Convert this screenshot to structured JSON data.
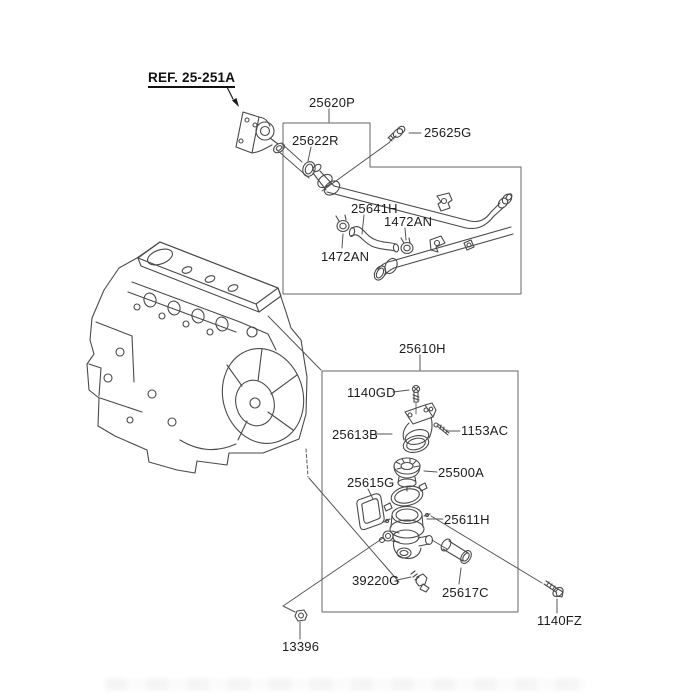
{
  "diagram_type": "exploded-parts-diagram",
  "colors": {
    "line_art": "#4a4a4a",
    "box_outline": "#666666",
    "label_text": "#1c1c1c",
    "background": "#ffffff"
  },
  "reference": {
    "label": "REF. 25-251A"
  },
  "assembly_boxes": [
    {
      "id": "pipe_assembly",
      "label": "25620P"
    },
    {
      "id": "thermostat_assembly",
      "label": "25610H"
    }
  ],
  "callouts": {
    "ref": "REF. 25-251A",
    "c25620P": "25620P",
    "c25622R": "25622R",
    "c25625G": "25625G",
    "c25641H": "25641H",
    "c1472AN_right": "1472AN",
    "c1472AN_left": "1472AN",
    "c25610H": "25610H",
    "c1140GD": "1140GD",
    "c25613B": "25613B",
    "c1153AC": "1153AC",
    "c25500A": "25500A",
    "c25615G": "25615G",
    "c25611H": "25611H",
    "c39220G": "39220G",
    "c25617C": "25617C",
    "c13396": "13396",
    "c1140FZ": "1140FZ"
  },
  "part_numbers_visible": [
    "25620P",
    "25622R",
    "25625G",
    "25641H",
    "1472AN",
    "1472AN",
    "25610H",
    "1140GD",
    "25613B",
    "1153AC",
    "25500A",
    "25615G",
    "25611H",
    "39220G",
    "25617C",
    "13396",
    "1140FZ"
  ]
}
